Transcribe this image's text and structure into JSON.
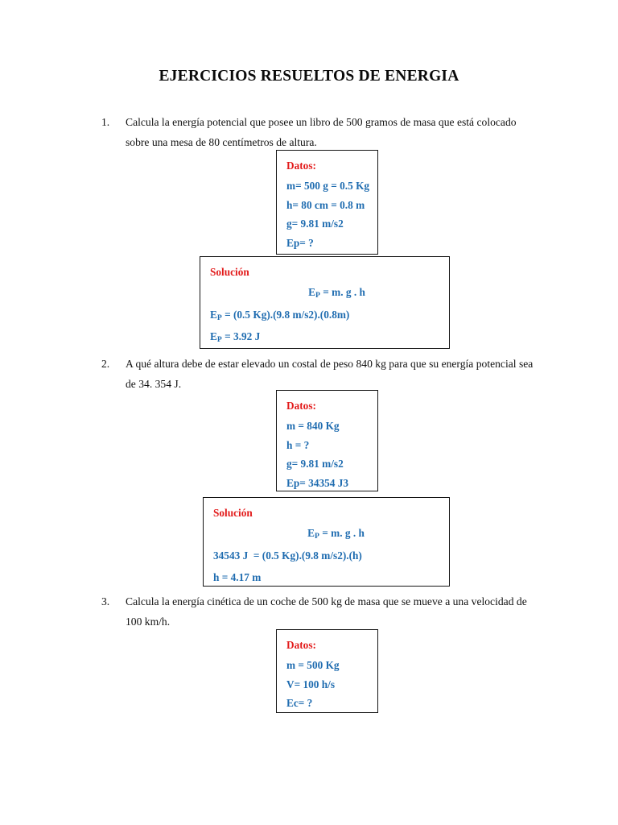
{
  "document": {
    "title": "EJERCICIOS RESUELTOS DE ENERGIA",
    "accent_red": "#E21B1B",
    "accent_blue": "#1F6CB0",
    "text_black": "#111111",
    "box_border": "#141414",
    "background": "#ffffff"
  },
  "problems": [
    {
      "number": "1.",
      "statement": "Calcula la energía potencial que posee un libro de 500 gramos de masa que está colocado sobre una mesa de 80 centímetros de altura.",
      "datos": {
        "heading": "Datos:",
        "lines": [
          "m= 500 g = 0.5 Kg",
          "h= 80 cm = 0.8 m",
          "g= 9.81 m/s2",
          "Ep= ?"
        ]
      },
      "solucion": {
        "heading": "Solución",
        "formula_main": "E",
        "formula_sub": "P",
        "formula_rest": " = m. g . h",
        "lines": [
          {
            "lead": "E",
            "sub": "P",
            "rest": " = (0.5 Kg).(9.8 m/s2).(0.8m)"
          },
          {
            "lead": "E",
            "sub": "P",
            "rest": " = 3.92 J"
          }
        ]
      }
    },
    {
      "number": "2.",
      "statement": "A qué altura debe de estar elevado un costal de peso 840 kg para que su energía potencial sea de 34. 354 J.",
      "datos": {
        "heading": "Datos:",
        "lines": [
          "m = 840 Kg",
          "h = ?",
          "g= 9.81 m/s2",
          "Ep= 34354 J3"
        ]
      },
      "solucion": {
        "heading": "Solución",
        "formula_main": "E",
        "formula_sub": "P",
        "formula_rest": " = m. g . h",
        "lines": [
          {
            "lead": "34543 J ",
            "sub": "",
            "rest": " = (0.5 Kg).(9.8 m/s2).(h)"
          },
          {
            "lead": "h = 4.17 m",
            "sub": "",
            "rest": ""
          }
        ]
      }
    },
    {
      "number": "3.",
      "statement": "Calcula la energía cinética de un coche de 500 kg de masa que se mueve a una velocidad de 100 km/h.",
      "datos": {
        "heading": "Datos:",
        "lines": [
          "m = 500 Kg",
          "V= 100 h/s",
          "Ec= ?"
        ]
      }
    }
  ]
}
